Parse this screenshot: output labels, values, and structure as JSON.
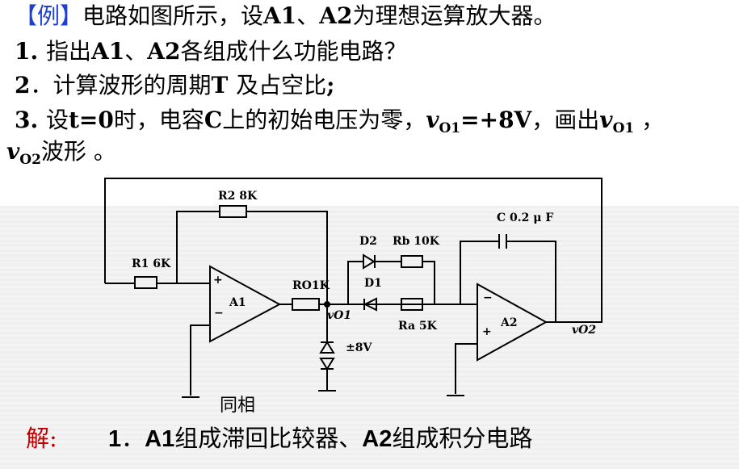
{
  "problem": {
    "tag": "【例】",
    "intro": "电路如图所示，设A1、A2为理想运算放大器。",
    "q1": "1. 指出A1、A2各组成什么功能电路？",
    "q2": "2．计算波形的周期T 及占空比;",
    "q3_line1": "3. 设t=0时，电容C上的初始电压为零，vO1=+8V，画出vO1，",
    "q3_line2": "vO2波形 。"
  },
  "circuit": {
    "r2": "R2 8K",
    "r1": "R1 6K",
    "ro": "RO1K",
    "vo1": "vO1",
    "zener": "±8V",
    "d2": "D2",
    "rb": "Rb 10K",
    "d1": "D1",
    "ra": "Ra 5K",
    "cap": "C  0.2 μ F",
    "a1": "A1",
    "a2": "A2",
    "vo2": "vO2",
    "plus": "+",
    "minus": "−",
    "tongxiang": "同相"
  },
  "answer": {
    "label": "解:",
    "line1": "1．A1组成滞回比较器、A2组成积分电路"
  },
  "colors": {
    "tag": "#1f3fd1",
    "answer_label": "#c00000"
  }
}
